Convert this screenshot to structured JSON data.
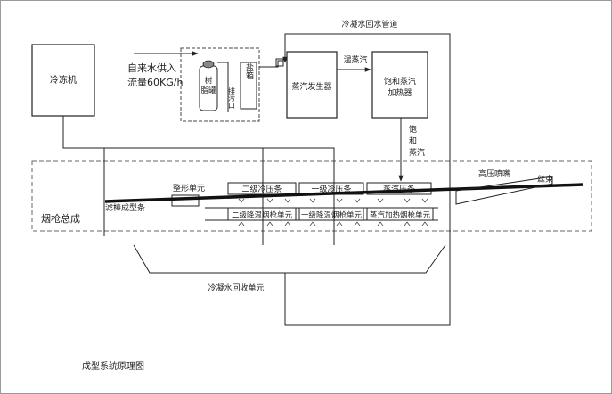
{
  "diagram": {
    "chiller": "冷冻机",
    "tap_water_line1": "自来水供入",
    "tap_water_line2": "流量60KG/h",
    "resin_tank": "树脂罐",
    "drain_outlet": "排污口",
    "salt_box": "盐箱",
    "condensate_return_pipe": "冷凝水回水管道",
    "wet_steam": "湿蒸汽",
    "steam_generator": "蒸汽发生器",
    "saturated_heater": "饱和蒸汽加热器",
    "saturated_steam": "饱和蒸汽",
    "shaping_unit": "整形单元",
    "filter_rod_forming": "滤棒成型条",
    "gun_assembly": "烟枪总成",
    "cold_press_2": "二级冷压条",
    "cold_press_1": "一级冷压条",
    "steam_press": "蒸汽压条",
    "cooling_gun_2": "二级降温烟枪单元",
    "cooling_gun_1": "一级降温烟枪单元",
    "steam_heating_gun": "蒸汽加热烟枪单元",
    "high_pressure_nozzle": "高压喷嘴",
    "tow": "丝束",
    "condensate_recovery": "冷凝水回收单元",
    "caption": "成型系统原理图"
  }
}
